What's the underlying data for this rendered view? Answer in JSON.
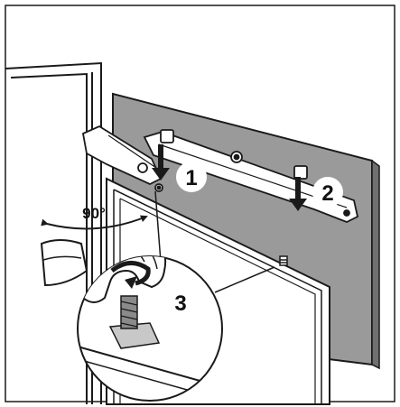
{
  "labels": {
    "angle": "90°",
    "step1": "1",
    "step2": "2",
    "step3": "3"
  },
  "colors": {
    "panel": "#9a9a9a",
    "line": "#1a1a1a",
    "skin": "#ffffff",
    "door": "#ffffff"
  },
  "icons": {
    "step1_arrow": "arrow-down-icon",
    "step2_arrow": "arrow-down-icon",
    "rotation": "rotate-arrow-icon",
    "angle": "double-arc-arrow-icon"
  }
}
